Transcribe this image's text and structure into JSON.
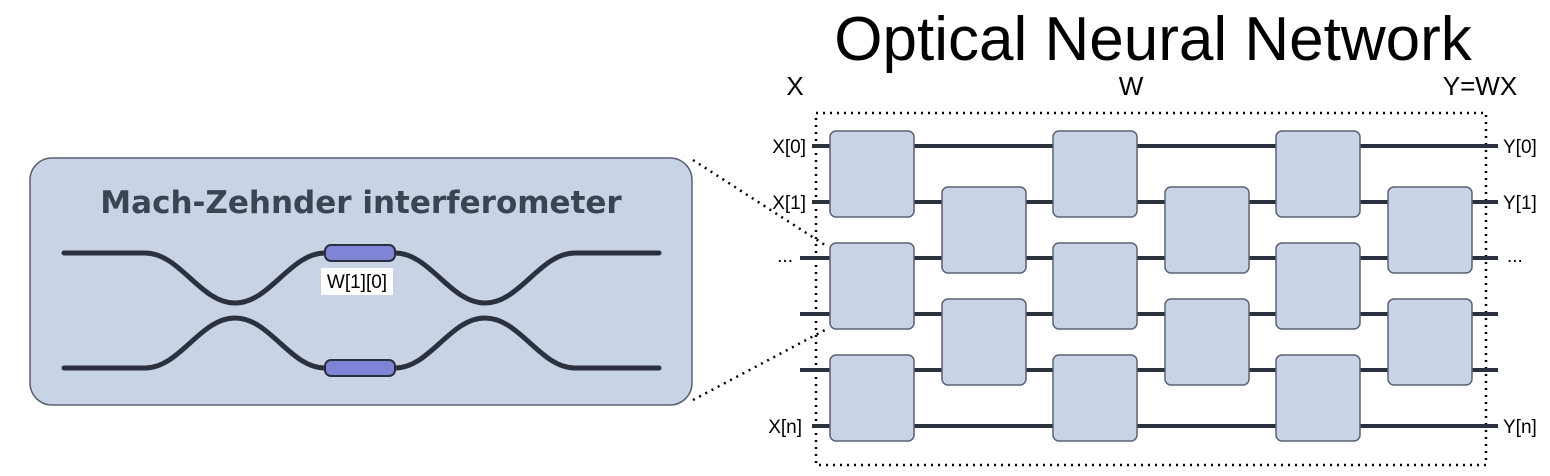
{
  "title": "Optical Neural Network",
  "column_headers": {
    "input": "X",
    "weights": "W",
    "output": "Y=WX"
  },
  "input_labels": [
    "X[0]",
    "X[1]",
    "...",
    "",
    "",
    "X[n]"
  ],
  "output_labels": [
    "Y[0]",
    "Y[1]",
    "...",
    "",
    "",
    "Y[n]"
  ],
  "inset": {
    "title": "Mach-Zehnder interferometer",
    "phase_label": "W[1][0]"
  },
  "colors": {
    "box_fill": "#c9d3e6",
    "wire": "#2c3140",
    "phase_shifter": "#7f85d6",
    "inset_fill": "#c9d3e6"
  }
}
